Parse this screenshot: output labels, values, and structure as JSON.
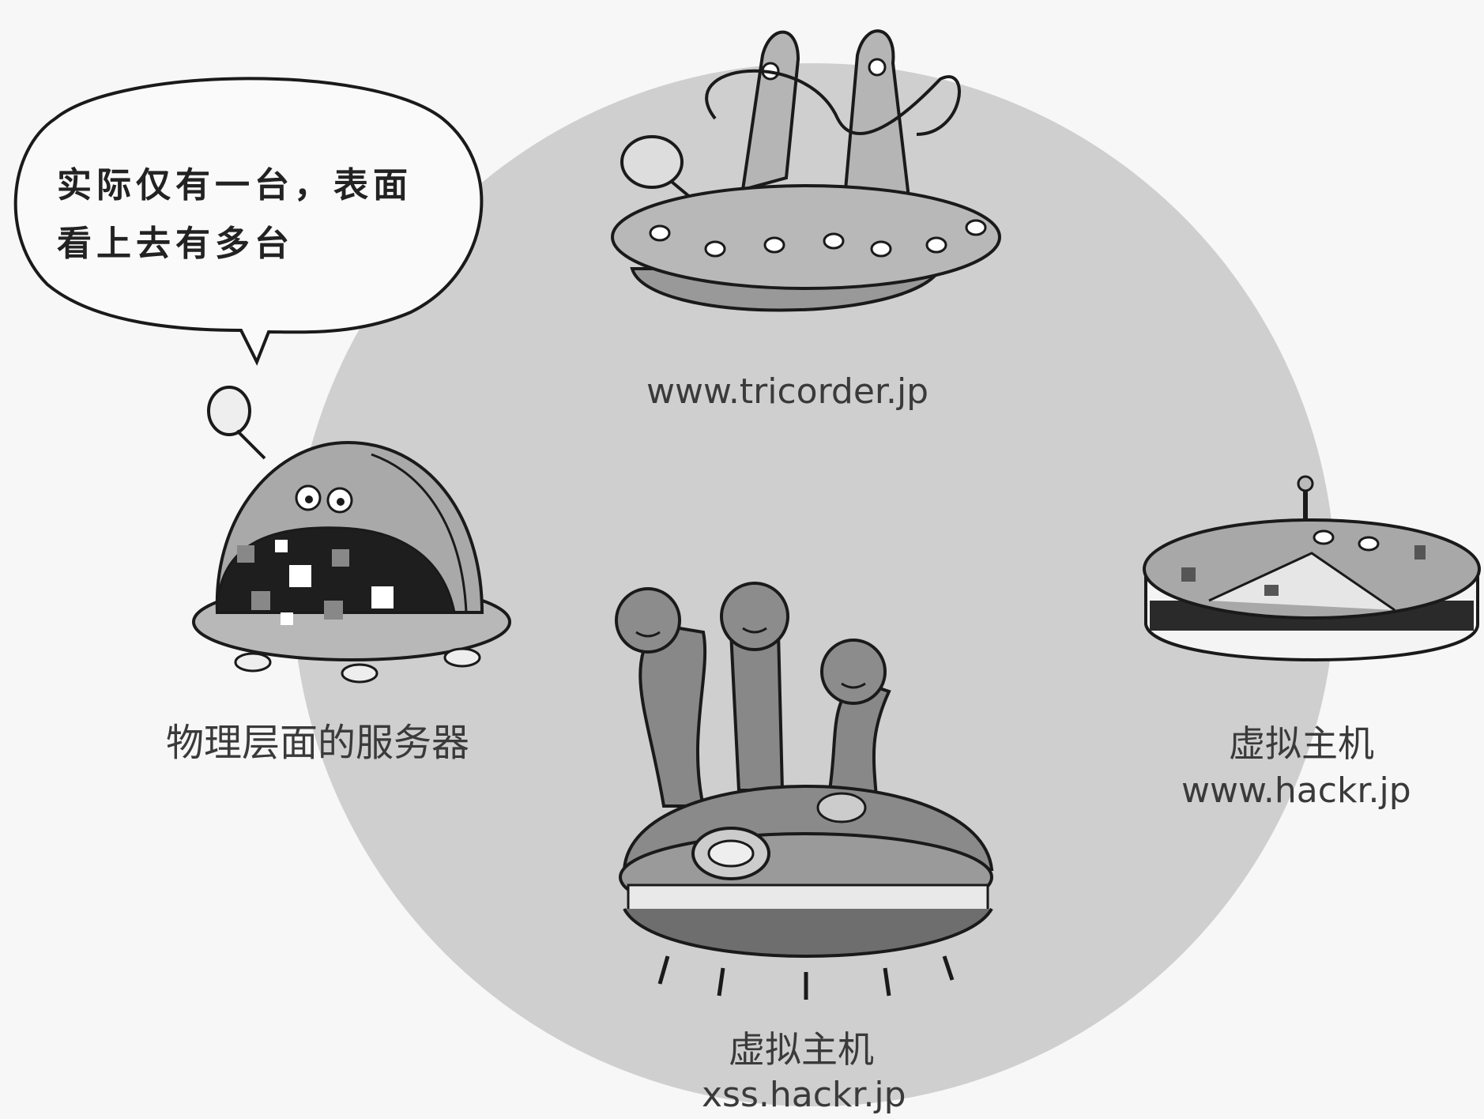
{
  "speech_bubble": {
    "line1": "实际仅有一台，表面",
    "line2": "看上去有多台"
  },
  "labels": {
    "physical_server": "物理层面的服务器",
    "top_host": "www.tricorder.jp",
    "right_title": "虚拟主机",
    "right_host": "www.hackr.jp",
    "bottom_title": "虚拟主机",
    "bottom_host": "xss.hackr.jp"
  },
  "colors": {
    "background": "#f7f7f7",
    "circle": "#cfcfcf",
    "outline": "#1a1a1a",
    "label": "#3a3a3a"
  },
  "icons": [
    "physical-server-ufo-icon",
    "tricorder-ufo-icon",
    "hackr-disc-ufo-icon",
    "xss-three-head-ufo-icon",
    "speech-bubble-icon"
  ]
}
